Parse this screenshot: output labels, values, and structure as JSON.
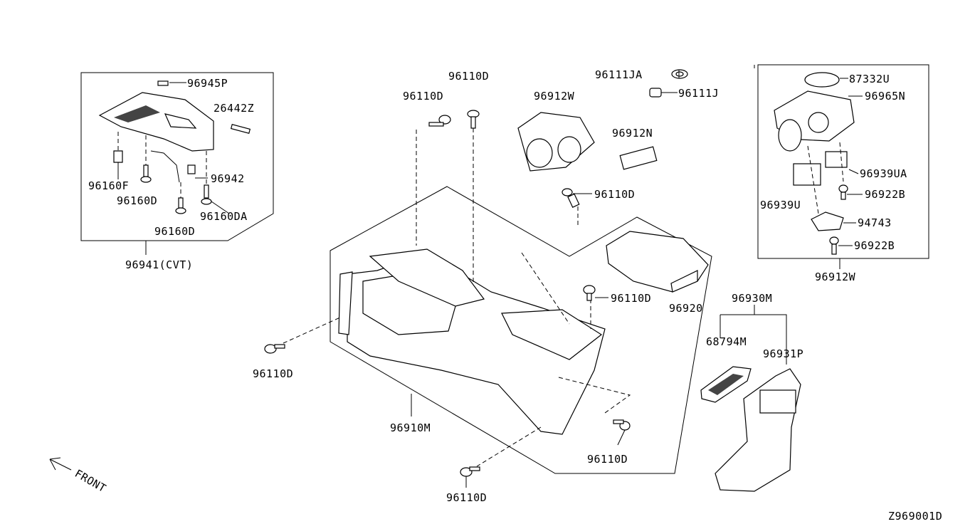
{
  "diagram_id": "Z969001D",
  "front_label": "FRONT",
  "callouts": {
    "p96945P": "96945P",
    "p26442Z": "26442Z",
    "p96160F": "96160F",
    "p96160D_a": "96160D",
    "p96942": "96942",
    "p96160DA": "96160DA",
    "p96160D_b": "96160D",
    "p96941CVT": "96941(CVT)",
    "p96110D_1": "96110D",
    "p96110D_2": "96110D",
    "p96110D_3": "96110D",
    "p96110D_4": "96110D",
    "p96110D_5": "96110D",
    "p96110D_6": "96110D",
    "p96110D_7": "96110D",
    "p96111JA": "96111JA",
    "p96111J": "96111J",
    "p96912W_top": "96912W",
    "p96912N": "96912N",
    "p96920": "96920",
    "p96910M": "96910M",
    "p87332U": "87332U",
    "p96965N": "96965N",
    "p96939UA": "96939UA",
    "p96922B_a": "96922B",
    "p96939U": "96939U",
    "p94743": "94743",
    "p96922B_b": "96922B",
    "p96912W_box": "96912W",
    "p96930M": "96930M",
    "p68794M": "68794M",
    "p96931P": "96931P"
  }
}
